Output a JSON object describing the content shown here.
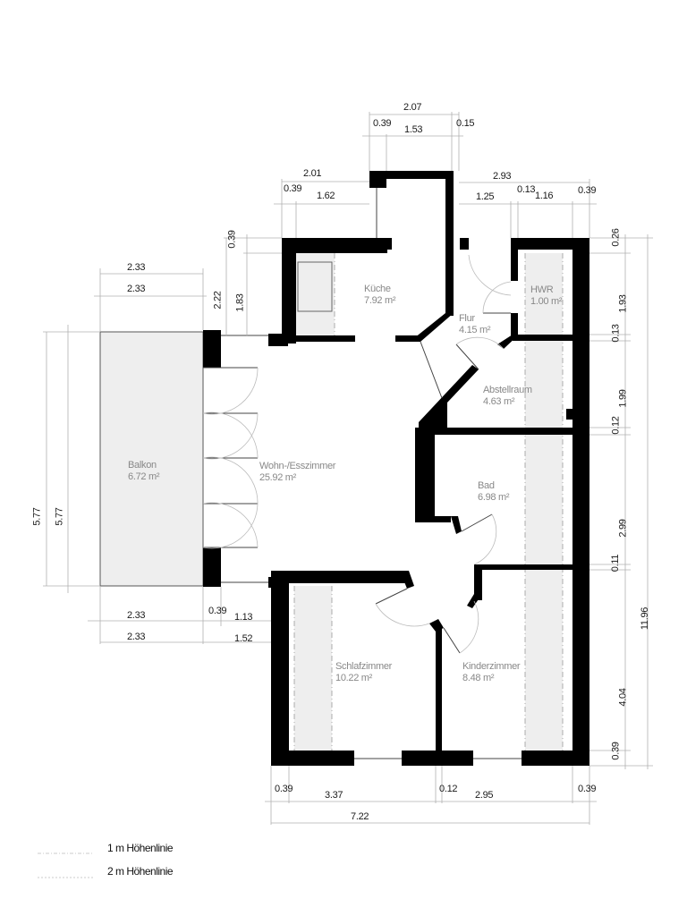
{
  "rooms": [
    {
      "name": "Küche",
      "area": "7.92 m²"
    },
    {
      "name": "Flur",
      "area": "4.15 m²"
    },
    {
      "name": "HWR",
      "area": "1.00 m²"
    },
    {
      "name": "Abstellraum",
      "area": "4.63 m²"
    },
    {
      "name": "Balkon",
      "area": "6.72 m²"
    },
    {
      "name": "Wohn-/Esszimmer",
      "area": "25.92 m²"
    },
    {
      "name": "Bad",
      "area": "6.98 m²"
    },
    {
      "name": "Schlafzimmer",
      "area": "10.22 m²"
    },
    {
      "name": "Kinderzimmer",
      "area": "8.48 m²"
    }
  ],
  "dimensions": {
    "top_kitchen_bay": {
      "total": "2.07",
      "a": "0.39",
      "b": "1.53",
      "c": "0.15"
    },
    "top_left": {
      "total": "2.01",
      "a": "0.39",
      "b": "1.62"
    },
    "top_right": {
      "total": "2.93",
      "a": "1.25",
      "b": "0.13",
      "c": "1.16",
      "d": "0.39"
    },
    "left_vertical": {
      "a": "0.39",
      "b": "2.22",
      "c": "1.83"
    },
    "balkon_top": {
      "outer": "2.33",
      "inner": "2.33"
    },
    "balkon_side": {
      "outer": "5.77",
      "inner": "5.77"
    },
    "balkon_bottom": {
      "a": "2.33",
      "b": "2.33",
      "c": "0.39",
      "d": "1.13",
      "e": "1.52"
    },
    "right_vertical": {
      "a": "0.26",
      "b": "1.93",
      "c": "0.13",
      "d": "1.99",
      "e": "0.12",
      "f": "2.99",
      "g": "0.11",
      "h": "4.04",
      "i": "0.39",
      "total": "11.96"
    },
    "bottom": {
      "a": "0.39",
      "b": "3.37",
      "c": "0.12",
      "d": "2.95",
      "e": "0.39",
      "total": "7.22"
    }
  },
  "legend": [
    {
      "label": "1 m Höhenlinie"
    },
    {
      "label": "2 m Höhenlinie"
    }
  ],
  "colors": {
    "wall": "#000000",
    "fill": "#eeeeee",
    "dim": "#b0b0b0",
    "text": "#888888"
  }
}
